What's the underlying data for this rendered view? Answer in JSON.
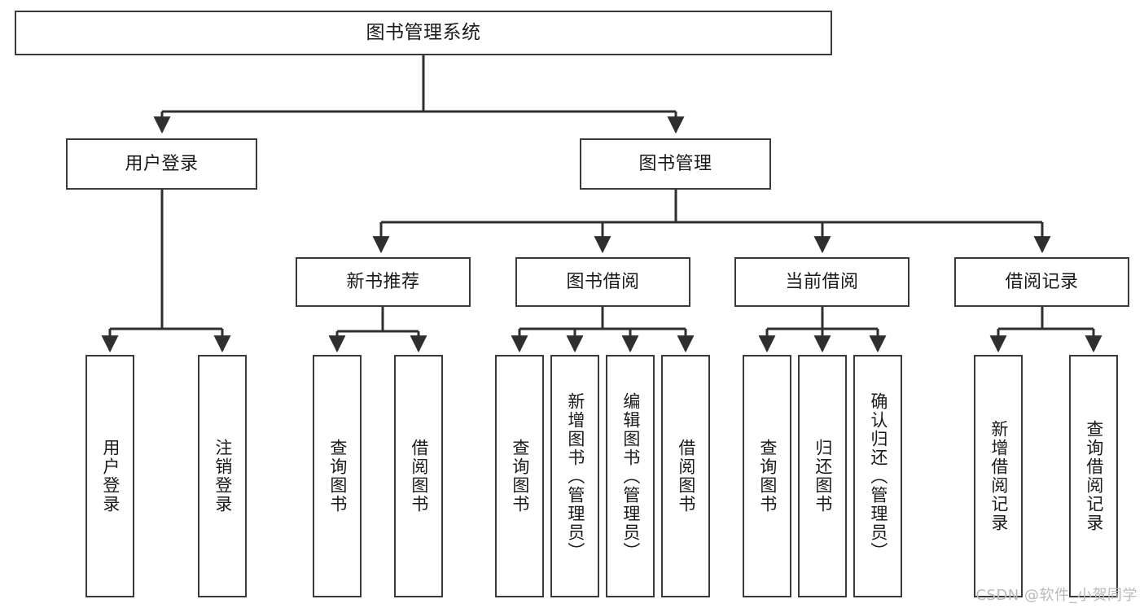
{
  "diagram": {
    "title": "图书管理系统",
    "type": "tree-hierarchy",
    "root": {
      "label": "图书管理系统"
    },
    "tier2": [
      {
        "label": "用户登录"
      },
      {
        "label": "图书管理"
      }
    ],
    "tier3": [
      {
        "label": "新书推荐"
      },
      {
        "label": "图书借阅"
      },
      {
        "label": "当前借阅"
      },
      {
        "label": "借阅记录"
      }
    ],
    "leaves": {
      "user_login": [
        {
          "label": "用户登录"
        },
        {
          "label": "注销登录"
        }
      ],
      "new_book_recommend": [
        {
          "label": "查询图书"
        },
        {
          "label": "借阅图书"
        }
      ],
      "book_borrow": [
        {
          "label": "查询图书"
        },
        {
          "label": "新增图书（管理员）"
        },
        {
          "label": "编辑图书（管理员）"
        },
        {
          "label": "借阅图书"
        }
      ],
      "current_borrow": [
        {
          "label": "查询图书"
        },
        {
          "label": "归还图书"
        },
        {
          "label": "确认归还（管理员）"
        }
      ],
      "borrow_record": [
        {
          "label": "新增借阅记录"
        },
        {
          "label": "查询借阅记录"
        }
      ]
    }
  },
  "watermark": {
    "text": "CSDN @软件_小贺同学"
  },
  "colors": {
    "box_border": "#3a3a3a",
    "box_fill": "#ffffff",
    "connector": "#2f2f2f",
    "text": "#1a1a1a",
    "watermark": "#b9b9b9",
    "background": "#ffffff"
  }
}
